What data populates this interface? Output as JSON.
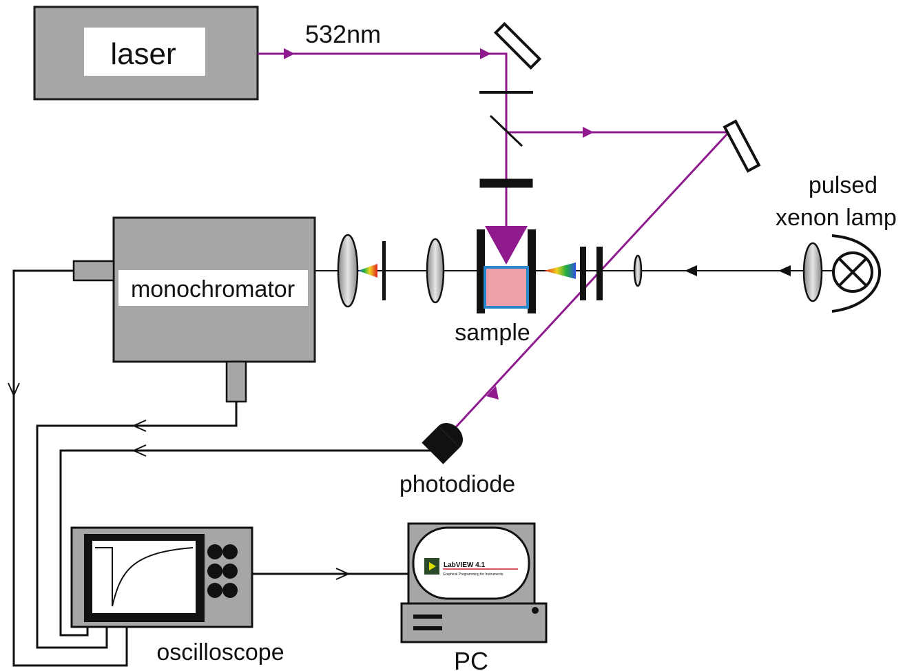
{
  "labels": {
    "laser": "laser",
    "wavelength": "532nm",
    "lamp_line1": "pulsed",
    "lamp_line2": "xenon lamp",
    "monochromator": "monochromator",
    "sample": "sample",
    "photodiode": "photodiode",
    "oscilloscope": "oscilloscope",
    "pc": "PC",
    "pc_screen_title": "LabVIEW 4.1",
    "pc_screen_subtitle": "Graphical Programming for Instruments"
  },
  "colors": {
    "laser_beam": "#8e1a8e",
    "housing_gray": "#a6a6a6",
    "sample_fill": "#f0a0a8",
    "sample_border": "#2a86c8",
    "outline": "#1a1a1a"
  },
  "icons": {
    "lamp": "cross-in-circle-icon",
    "photodiode": "photodiode-icon",
    "mirror": "mirror-icon",
    "lens": "lens-icon"
  }
}
